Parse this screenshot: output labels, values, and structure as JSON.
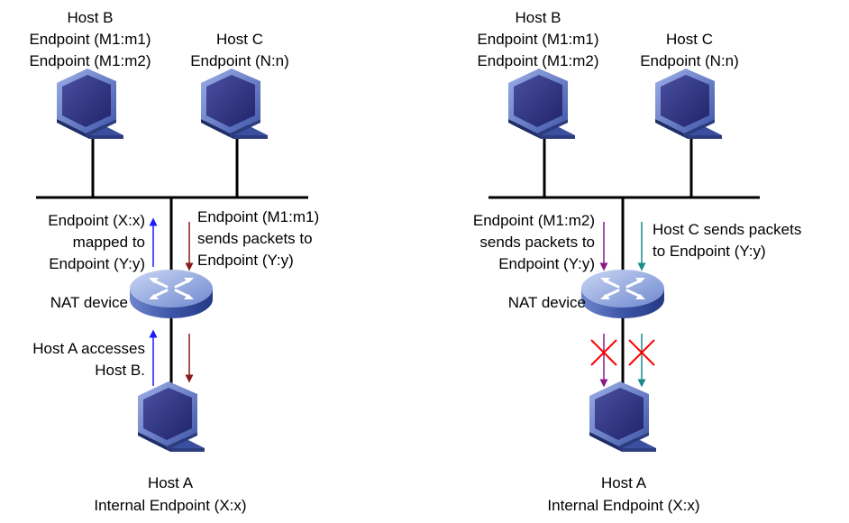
{
  "colors": {
    "line": "#000000",
    "blue_arrow": "#1a1aff",
    "red_arrow": "#8b1a1a",
    "purple_arrow": "#8b1a8b",
    "teal_arrow": "#1a8b8b",
    "cross": "#ff0000",
    "device_blue": "#5a78c8"
  },
  "left": {
    "host_b": {
      "name": "Host B",
      "ep1": "Endpoint (M1:m1)",
      "ep2": "Endpoint (M1:m2)"
    },
    "host_c": {
      "name": "Host C",
      "ep": "Endpoint (N:n)"
    },
    "host_a": {
      "name": "Host A",
      "ep": "Internal Endpoint (X:x)"
    },
    "nat_label": "NAT device",
    "mapping": {
      "l1": "Endpoint (X:x)",
      "l2": "mapped to",
      "l3": "Endpoint (Y:y)"
    },
    "inbound": {
      "l1": "Endpoint (M1:m1)",
      "l2": "sends packets to",
      "l3": "Endpoint (Y:y)"
    },
    "access": {
      "l1": "Host A accesses",
      "l2": "Host B."
    }
  },
  "right": {
    "host_b": {
      "name": "Host B",
      "ep1": "Endpoint (M1:m1)",
      "ep2": "Endpoint (M1:m2)"
    },
    "host_c": {
      "name": "Host C",
      "ep": "Endpoint (N:n)"
    },
    "host_a": {
      "name": "Host A",
      "ep": "Internal Endpoint (X:x)"
    },
    "nat_label": "NAT device",
    "from_b": {
      "l1": "Endpoint (M1:m2)",
      "l2": "sends packets to",
      "l3": "Endpoint (Y:y)"
    },
    "from_c": {
      "l1": "Host C sends packets",
      "l2": "to Endpoint (Y:y)"
    }
  }
}
